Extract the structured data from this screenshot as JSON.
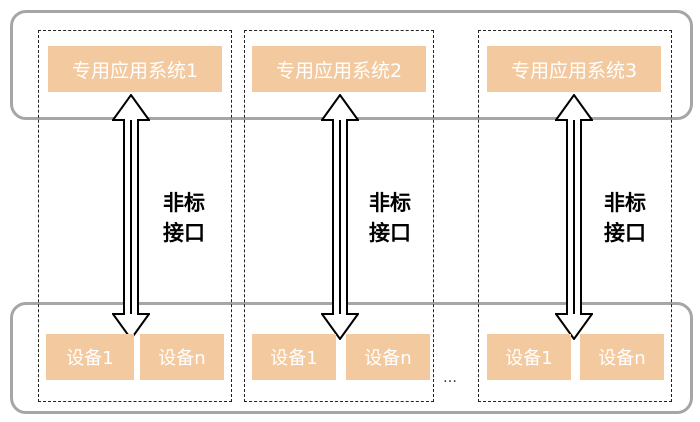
{
  "systems": [
    {
      "label": "专用应用系统1"
    },
    {
      "label": "专用应用系统2"
    },
    {
      "label": "专用应用系统3"
    }
  ],
  "interfaces": [
    {
      "line1": "非标",
      "line2": "接口"
    },
    {
      "line1": "非标",
      "line2": "接口"
    },
    {
      "line1": "非标",
      "line2": "接口"
    }
  ],
  "devices": [
    {
      "first": "设备1",
      "last": "设备n"
    },
    {
      "first": "设备1",
      "last": "设备n"
    },
    {
      "first": "设备1",
      "last": "设备n"
    }
  ],
  "ellipsis": "…",
  "colors": {
    "box_fill": "#f3c99f",
    "layer_border": "#a6a6a6",
    "box_text": "#ffffff"
  }
}
